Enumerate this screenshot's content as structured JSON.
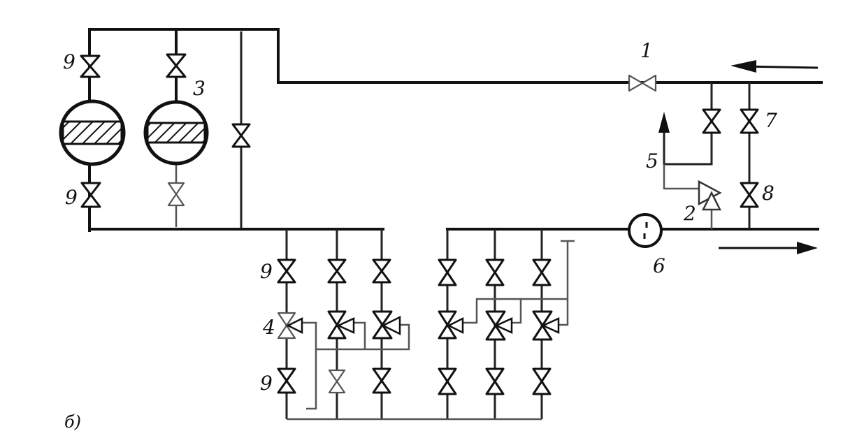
{
  "labels": {
    "l1": "1",
    "l2": "2",
    "l3": "3",
    "l4": "4",
    "l5": "5",
    "l6": "6",
    "l7": "7",
    "l8": "8",
    "l9a": "9",
    "l9b": "9",
    "l9c": "9",
    "l9d": "9",
    "figure": "б)"
  }
}
